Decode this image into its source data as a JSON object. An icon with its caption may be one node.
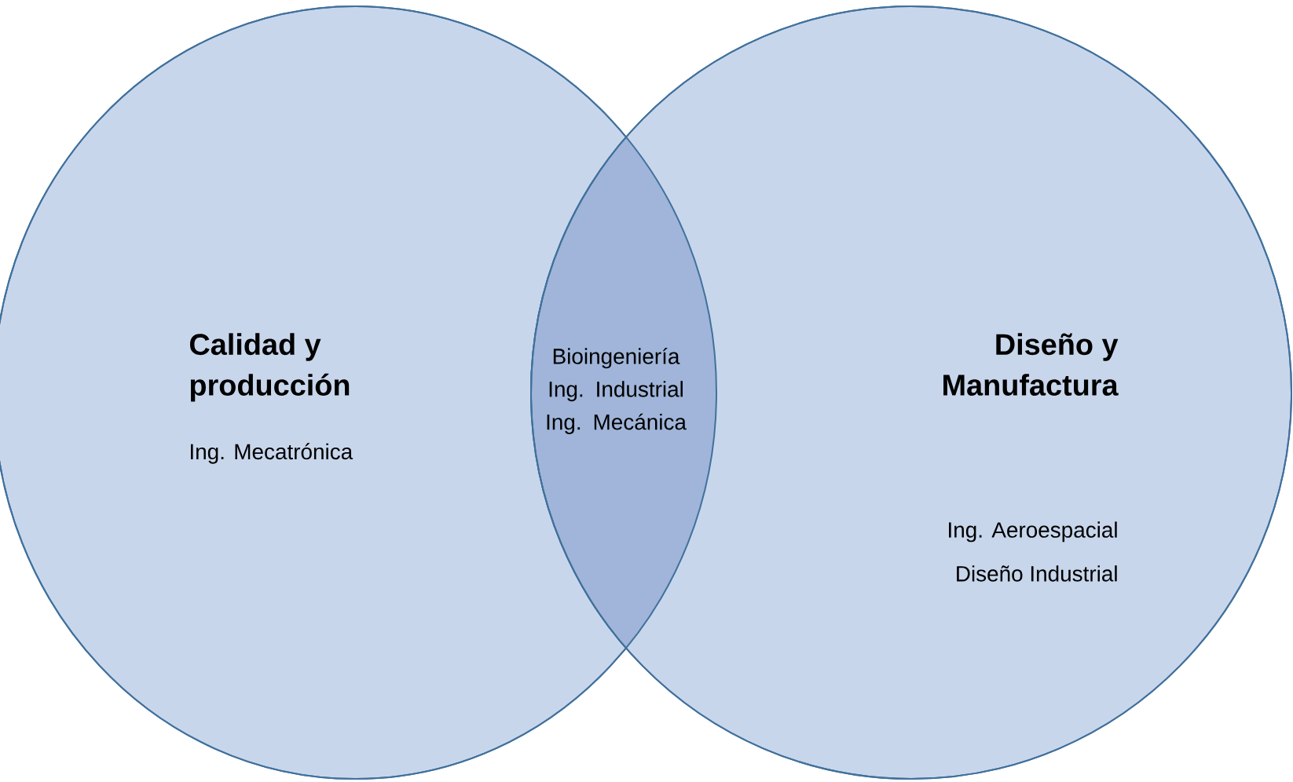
{
  "diagram": {
    "nodes": [
      {
        "text": [
          "Calidad y producción",
          "Ing. Mecatrónica"
        ]
      },
      {
        "text": [
          "Diseño y Manufactura",
          "Ing. Aeroespacial Diseño Industrial"
        ]
      },
      {
        "text": [
          "Bioingeniería Ing. Industrial Ing. Mecánica"
        ]
      }
    ]
  }
}
